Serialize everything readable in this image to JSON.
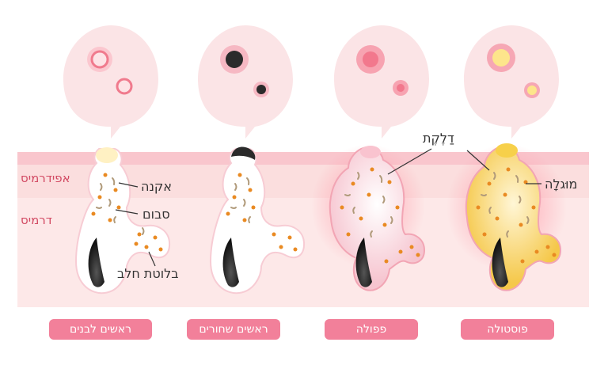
{
  "layers": {
    "epidermis": "אפידרמיס",
    "dermis": "דרמיס"
  },
  "annotations": {
    "bacteria": "אקנה",
    "sebum": "סבום",
    "sebaceous_gland": "בלוטת חלב",
    "inflammation": "דַלֶקֶת",
    "pus": "מוּגלָה"
  },
  "stages": [
    {
      "label": "ראשים לבנים",
      "top_color": "#fff4c8",
      "fill": "#ffffff"
    },
    {
      "label": "ראשים שחורים",
      "top_color": "#2b2b2b",
      "fill": "#ffffff"
    },
    {
      "label": "פפולה",
      "top_color": "#f9c3cf",
      "fill": "#fbe0e6"
    },
    {
      "label": "פוסטולה",
      "top_color": "#f7d04a",
      "fill": "#fbe27a"
    }
  ],
  "colors": {
    "skin_top": "#f9c6cd",
    "skin_dermis": "#fde8e8",
    "accent_label": "#d24a63",
    "pill": "#f2809a",
    "bubble": "#fbe4e6",
    "dot": "#e98a22",
    "bacteria": "#b09a7a"
  }
}
